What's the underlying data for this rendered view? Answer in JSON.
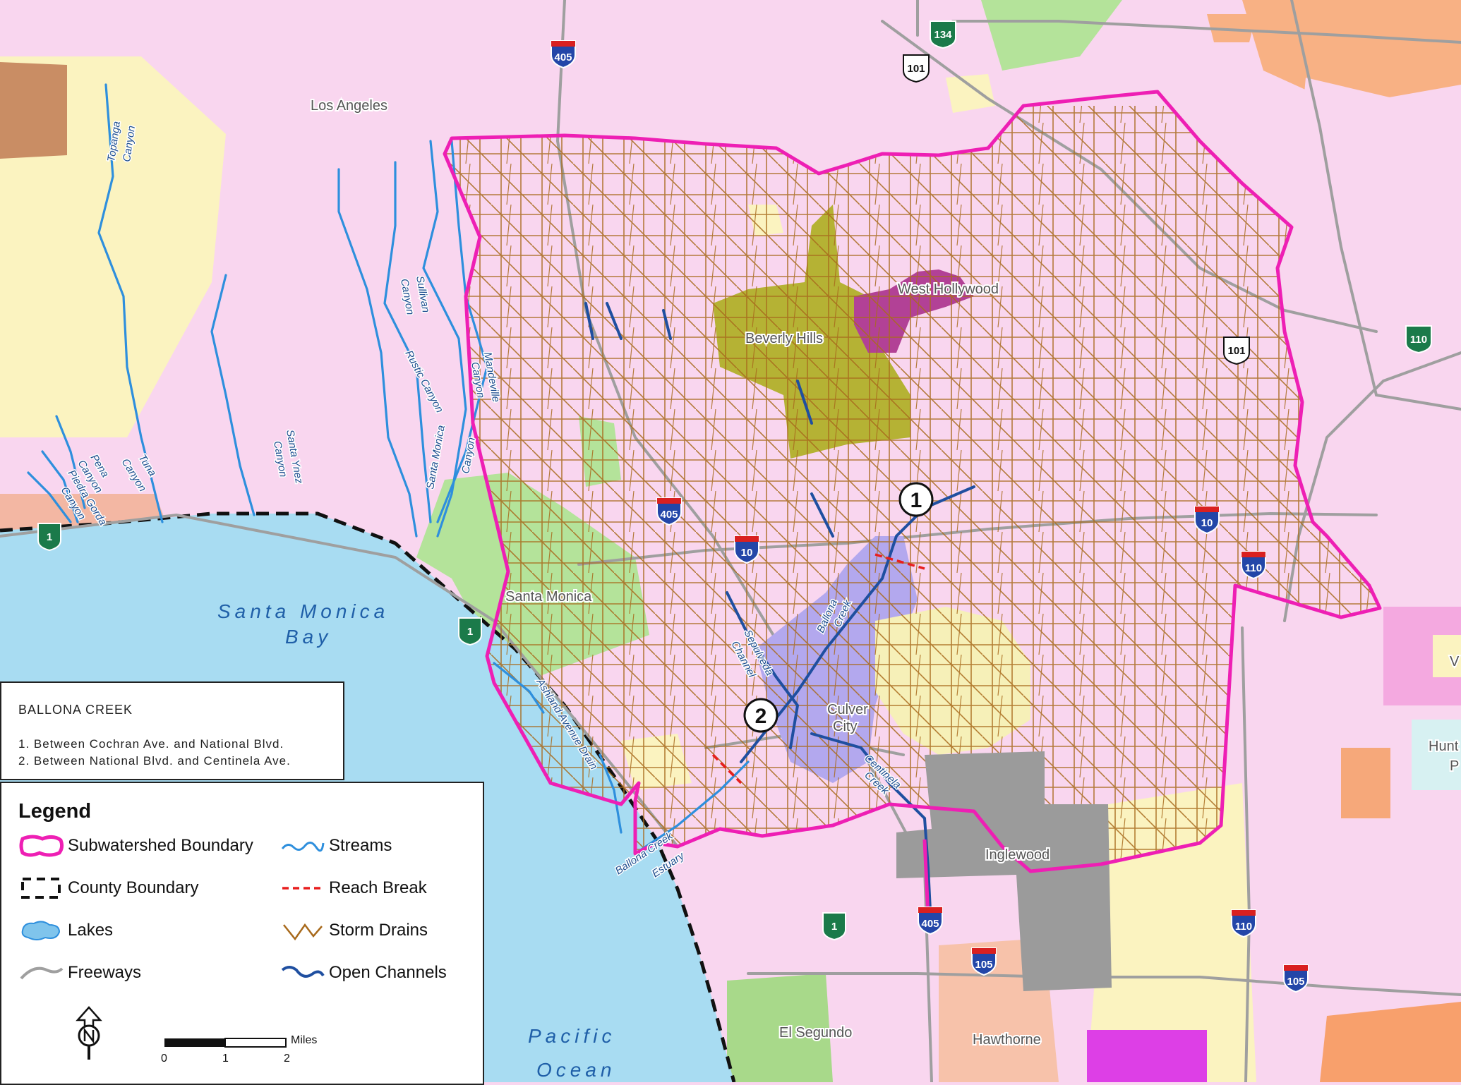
{
  "places": {
    "los_angeles": "Los Angeles",
    "beverly_hills": "Beverly Hills",
    "west_hollywood": "West Hollywood",
    "santa_monica": "Santa Monica",
    "culver_city_1": "Culver",
    "culver_city_2": "City",
    "inglewood": "Inglewood",
    "el_segundo": "El Segundo",
    "hawthorne": "Hawthorne",
    "hunt_partial": "Hunt",
    "p_partial": "P",
    "v_partial": "V"
  },
  "water": {
    "bay_1": "Santa Monica",
    "bay_2": "Bay",
    "ocean_1": "Pacific",
    "ocean_2": "Ocean"
  },
  "streams": {
    "topanga_1": "Topanga",
    "topanga_2": "Canyon",
    "sullivan_1": "Sullivan",
    "sullivan_2": "Canyon",
    "rustic": "Rustic Canyon",
    "mandeville_1": "Mandeville",
    "mandeville_2": "Canyon",
    "santa_ynez_1": "Santa Ynez",
    "santa_ynez_2": "Canyon",
    "santa_monica_c_1": "Santa Monica",
    "santa_monica_c_2": "Canyon",
    "tuna_1": "Tuna",
    "tuna_2": "Canyon",
    "pena_1": "Pena",
    "pena_2": "Canyon",
    "piedra_1": "Piedra Gorda",
    "piedra_2": "Canyon",
    "ashland": "Ashland Avenue Drain",
    "sepulveda_1": "Sepulveda",
    "sepulveda_2": "Channel",
    "ballona_1": "Ballona",
    "ballona_2": "Creek",
    "centinela_1": "Centinela",
    "centinela_2": "Creek",
    "estuary_1": "Ballona Creek",
    "estuary_2": "Estuary"
  },
  "shields": {
    "i405_top": "405",
    "ca134": "134",
    "us101_top": "101",
    "ca110": "110",
    "us101_east": "101",
    "ca1_west": "1",
    "ca1_mid": "1",
    "i405_mid": "405",
    "i10_mid": "10",
    "i10_east": "10",
    "i110_east": "110",
    "ca1_south": "1",
    "i405_south": "405",
    "i105_a": "105",
    "i110_south": "110",
    "i105_b": "105"
  },
  "reach_markers": [
    "1",
    "2"
  ],
  "reach_box": {
    "title": "BALLONA CREEK",
    "items": [
      "1.  Between Cochran Ave. and National Blvd.",
      "2.  Between National Blvd. and Centinela Ave."
    ]
  },
  "legend": {
    "title": "Legend",
    "items": [
      {
        "label": "Subwatershed Boundary",
        "icon": "subwatershed-boundary-icon"
      },
      {
        "label": "Streams",
        "icon": "streams-icon"
      },
      {
        "label": "County Boundary",
        "icon": "county-boundary-icon"
      },
      {
        "label": "Reach Break",
        "icon": "reach-break-icon"
      },
      {
        "label": "Lakes",
        "icon": "lakes-icon"
      },
      {
        "label": "Storm Drains",
        "icon": "storm-drains-icon"
      },
      {
        "label": "Freeways",
        "icon": "freeways-icon"
      },
      {
        "label": "Open Channels",
        "icon": "open-channels-icon"
      }
    ]
  },
  "scale": {
    "t0": "0",
    "t1": "1",
    "t2": "2",
    "unit": "Miles"
  },
  "colors": {
    "background": "#f9d6ef",
    "ocean": "#a8dcf2",
    "boundary": "#ee1fb4",
    "storm_drain": "#a86a1c",
    "stream": "#2e8fdd",
    "channel": "#1f4fa0",
    "beverly_hills": "#b5b234",
    "west_hollywood": "#b24196",
    "culver_city": "#b3a8ee",
    "inglewood": "#9b9b9b",
    "santa_monica": "#b4e39a"
  }
}
